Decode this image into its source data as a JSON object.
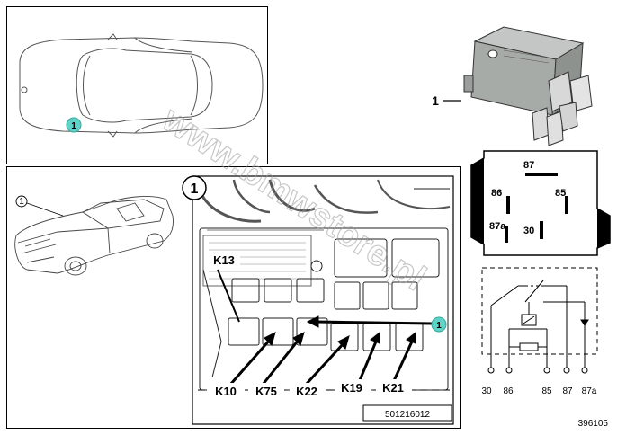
{
  "callouts": {
    "top_view_marker": "1",
    "car_view_marker": "1",
    "fusebox_panel_marker": "1",
    "fusebox_pointer_marker": "1",
    "relay_marker": "1"
  },
  "fusebox": {
    "relay_labels": [
      "K13",
      "K10",
      "K75",
      "K22",
      "K19",
      "K21"
    ],
    "part_number": "501216012"
  },
  "relay_pinout": {
    "pins": [
      "87",
      "86",
      "85",
      "87a",
      "30"
    ]
  },
  "schematic": {
    "terminals": [
      "30",
      "86",
      "85",
      "87",
      "87a"
    ]
  },
  "watermark": "www.bmwstore.pl",
  "diagram_id": "396105",
  "colors": {
    "marker_fill": "#5fd3c8",
    "relay_body": "#a7aba8",
    "line": "#000000"
  }
}
